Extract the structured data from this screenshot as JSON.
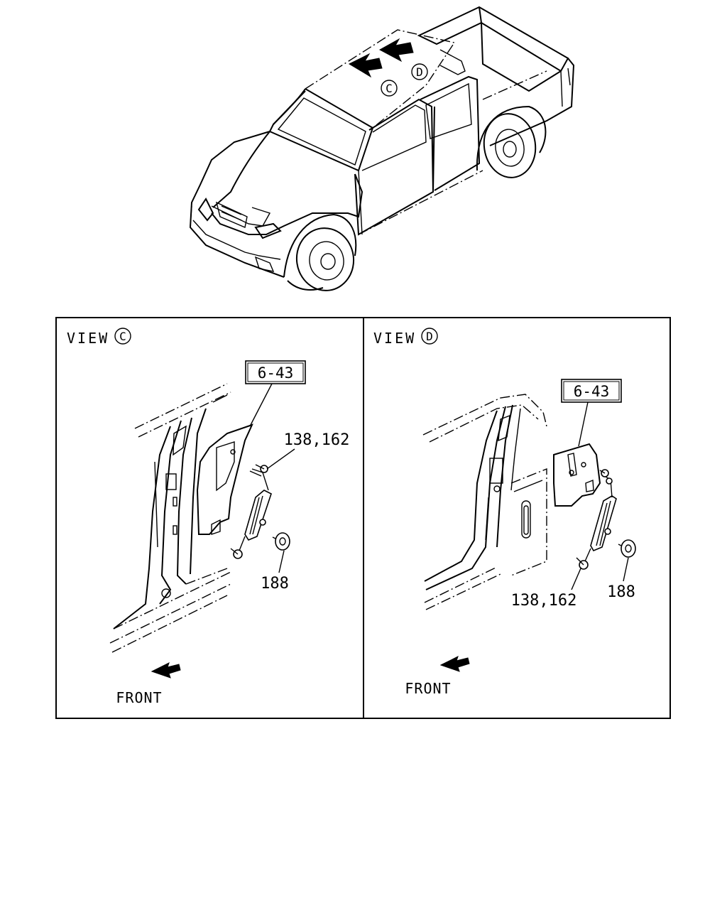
{
  "overview": {
    "view_marker_c": "C",
    "view_marker_d": "D"
  },
  "view_c": {
    "title": "VIEW",
    "marker": "C",
    "ref_box": "6-43",
    "callout_bolt": "138,162",
    "callout_clip": "188",
    "front_label": "FRONT"
  },
  "view_d": {
    "title": "VIEW",
    "marker": "D",
    "ref_box": "6-43",
    "callout_bolt": "138,162",
    "callout_clip": "188",
    "front_label": "FRONT"
  }
}
